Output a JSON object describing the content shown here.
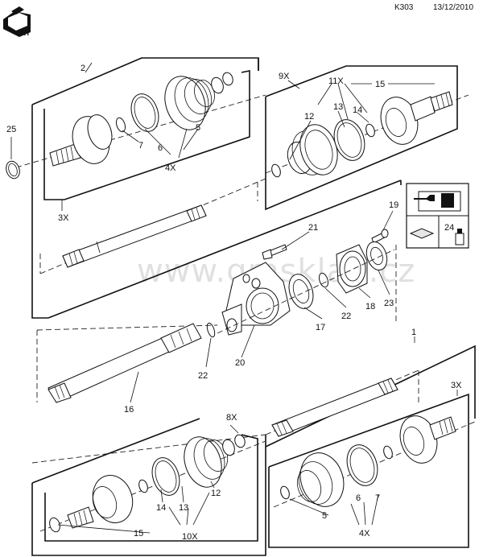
{
  "header": {
    "code": "K303",
    "date": "13/12/2010",
    "logo_text": "FRT"
  },
  "watermark": "www.gmsklad.cz",
  "labels": {
    "l2": "2",
    "l9x": "9X",
    "l11x": "11X",
    "l15a": "15",
    "l12a": "12",
    "l13a": "13",
    "l14a": "14",
    "l25": "25",
    "l5a": "5",
    "l7a": "7",
    "l6a": "6",
    "l4xa": "4X",
    "l3xa": "3X",
    "l19": "19",
    "l24": "24",
    "l21": "21",
    "l18": "18",
    "l23": "23",
    "l17": "17",
    "l22a": "22",
    "l22b": "22",
    "l20": "20",
    "l16": "16",
    "l1": "1",
    "l3xb": "3X",
    "l8x": "8X",
    "l12b": "12",
    "l14b": "14",
    "l13b": "13",
    "l15b": "15",
    "l10x": "10X",
    "l7b": "7",
    "l6b": "6",
    "l5b": "5",
    "l4xb": "4X"
  },
  "colors": {
    "line": "#111111",
    "watermark": "#c8c8c8",
    "shade": "#e6e6e6"
  }
}
